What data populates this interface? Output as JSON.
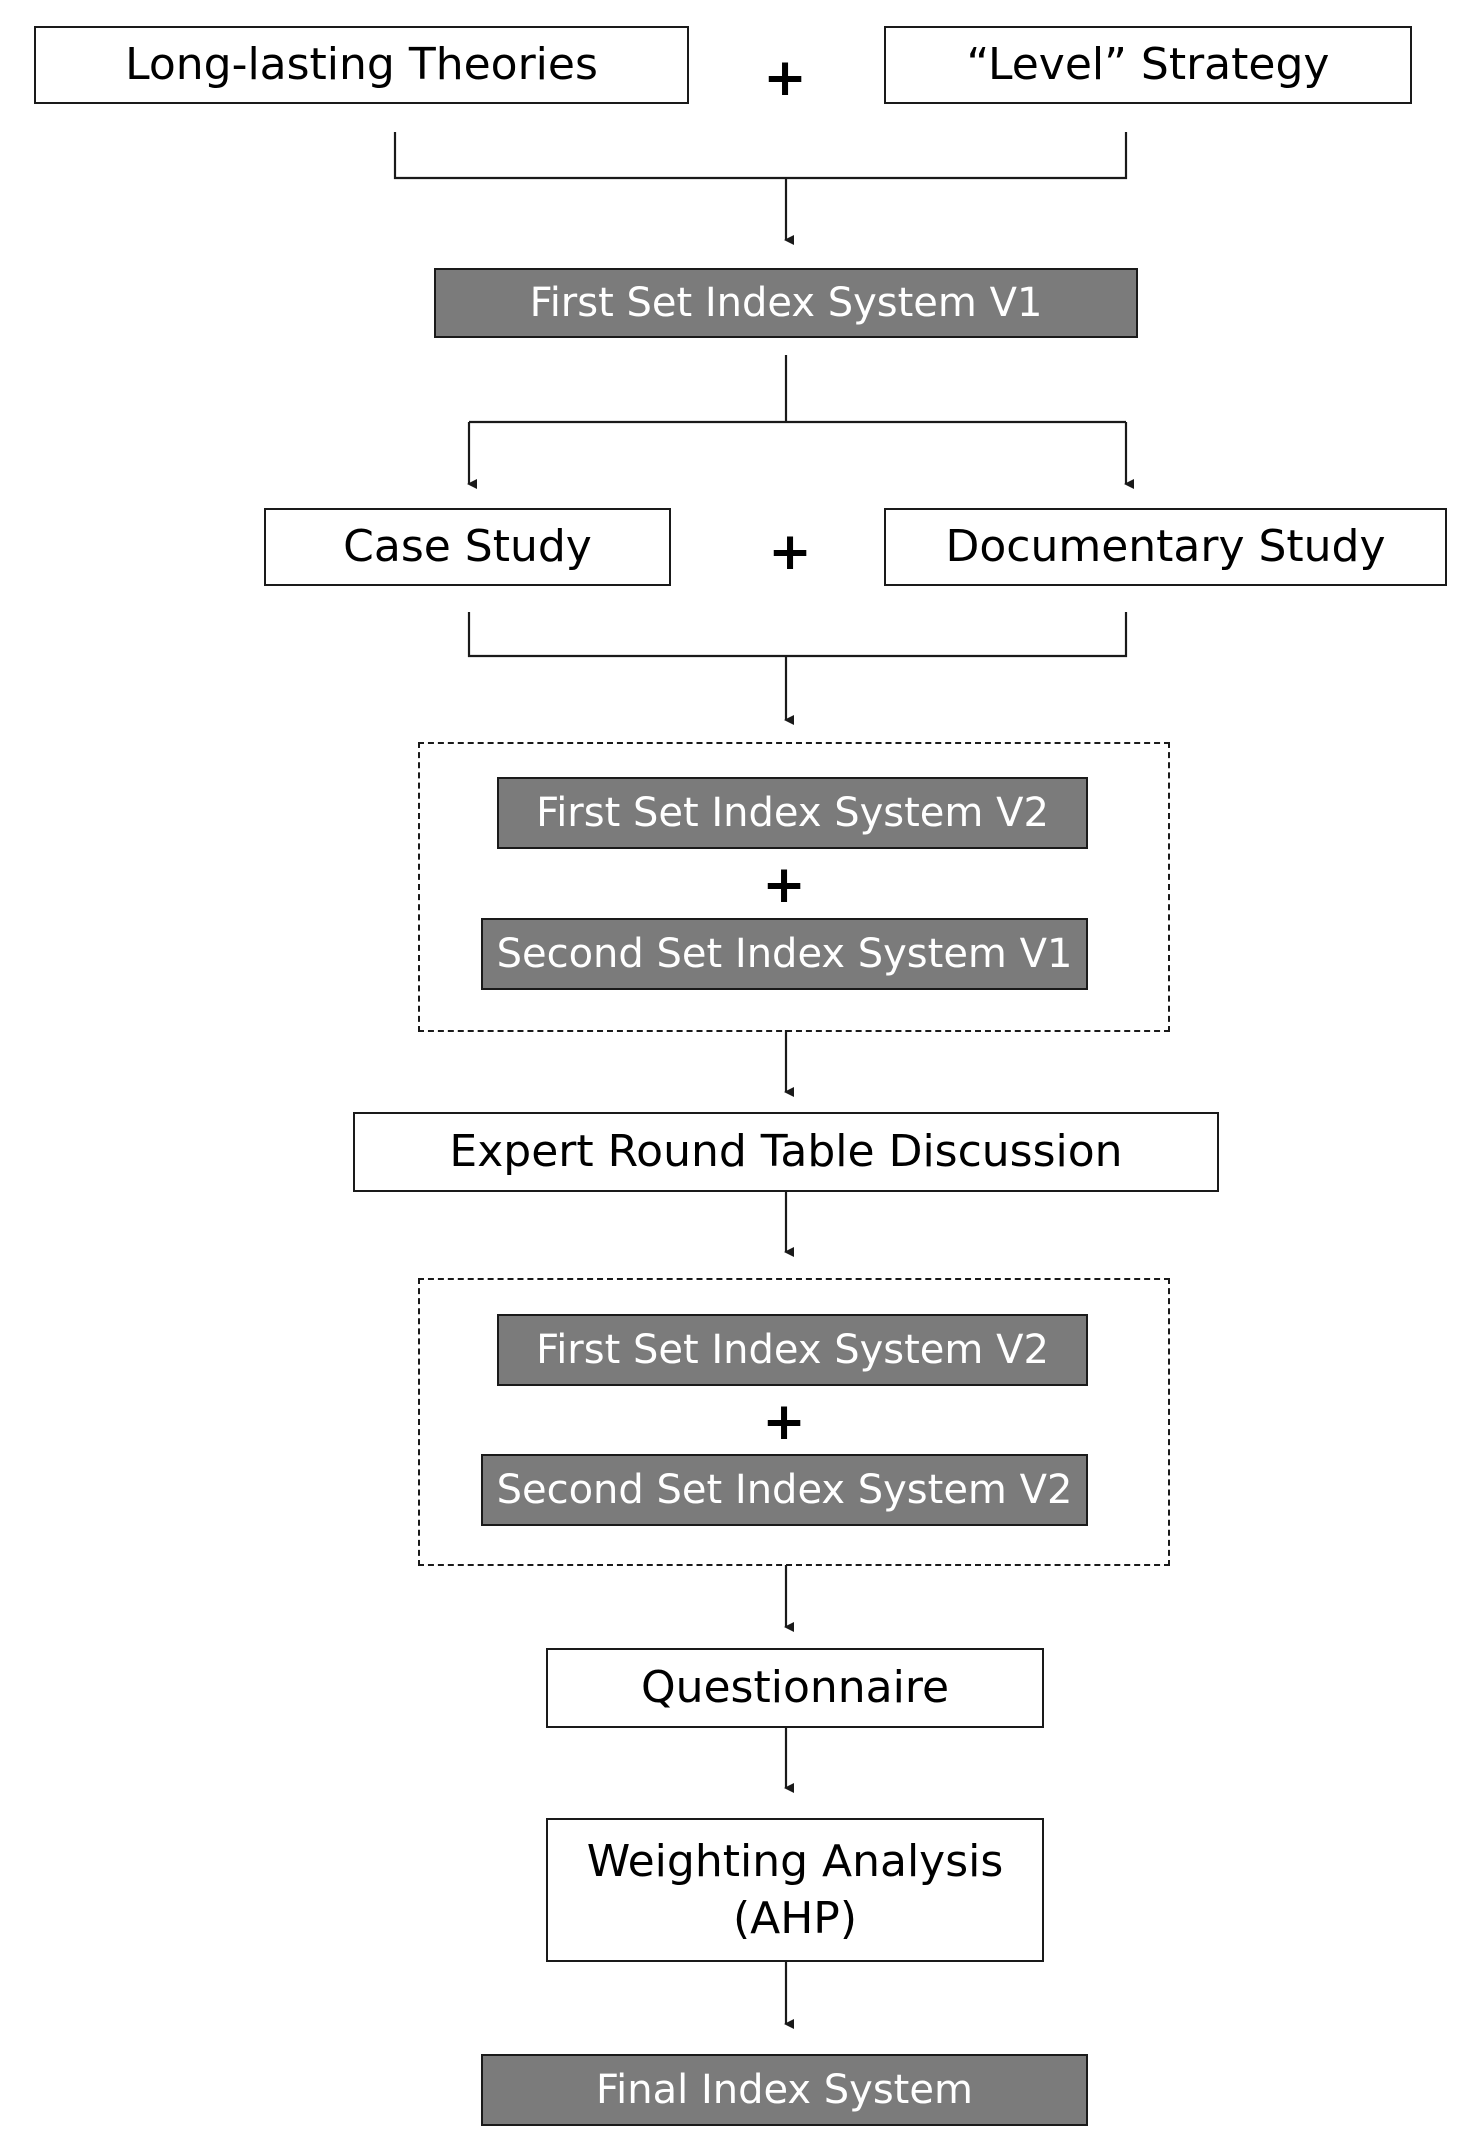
{
  "nodes": {
    "long_lasting_theories": "Long-lasting Theories",
    "level_strategy": "“Level” Strategy",
    "first_set_v1": "First Set Index System V1",
    "case_study": "Case Study",
    "documentary_study": "Documentary Study",
    "group1_first_set_v2": "First Set Index System V2",
    "group1_second_set_v1": "Second Set Index System V1",
    "expert_round_table": "Expert Round Table Discussion",
    "group2_first_set_v2": "First Set Index System V2",
    "group2_second_set_v2": "Second Set Index System V2",
    "questionnaire": "Questionnaire",
    "weighting_analysis": "Weighting Analysis\n(AHP)",
    "final_index_system": "Final Index System"
  },
  "plus_symbol": "+",
  "colors": {
    "gray_fill": "#7b7b7b",
    "white_fill": "#ffffff",
    "stroke": "#1a1a1a"
  }
}
